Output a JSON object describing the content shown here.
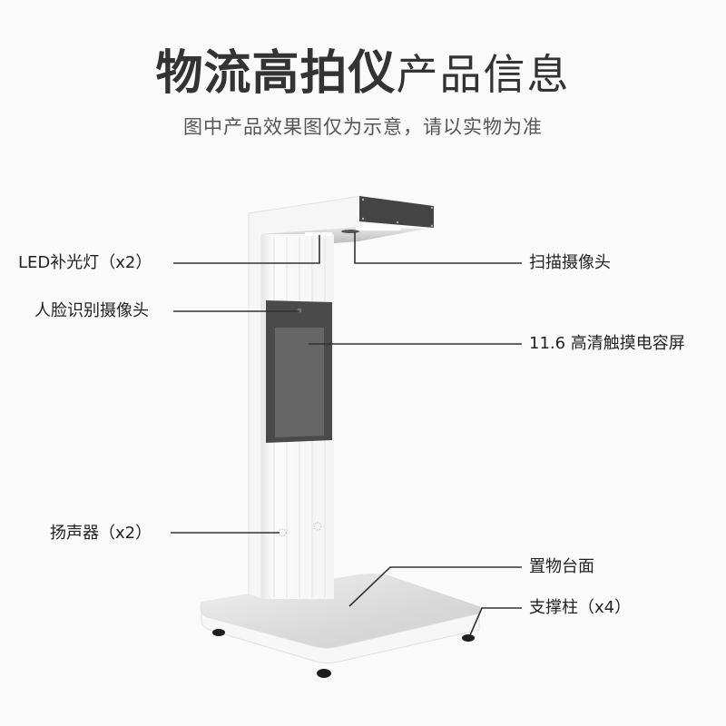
{
  "header": {
    "title_bold": "物流高拍仪",
    "title_light": "产品信息",
    "subtitle": "图中产品效果图仅为示意，请以实物为准"
  },
  "callouts": {
    "led_light": "LED补光灯（x2）",
    "face_camera": "人脸识别摄像头",
    "speaker": "扬声器（x2）",
    "scan_camera": "扫描摄像头",
    "touchscreen": "11.6 高清触摸电容屏",
    "platform": "置物台面",
    "support_feet": "支撑柱（x4）"
  },
  "colors": {
    "background": "#fafafa",
    "text": "#222222",
    "device_body": "#f2f2f2",
    "device_dark": "#444444",
    "screen": "#666666",
    "leader_line": "#333333"
  }
}
